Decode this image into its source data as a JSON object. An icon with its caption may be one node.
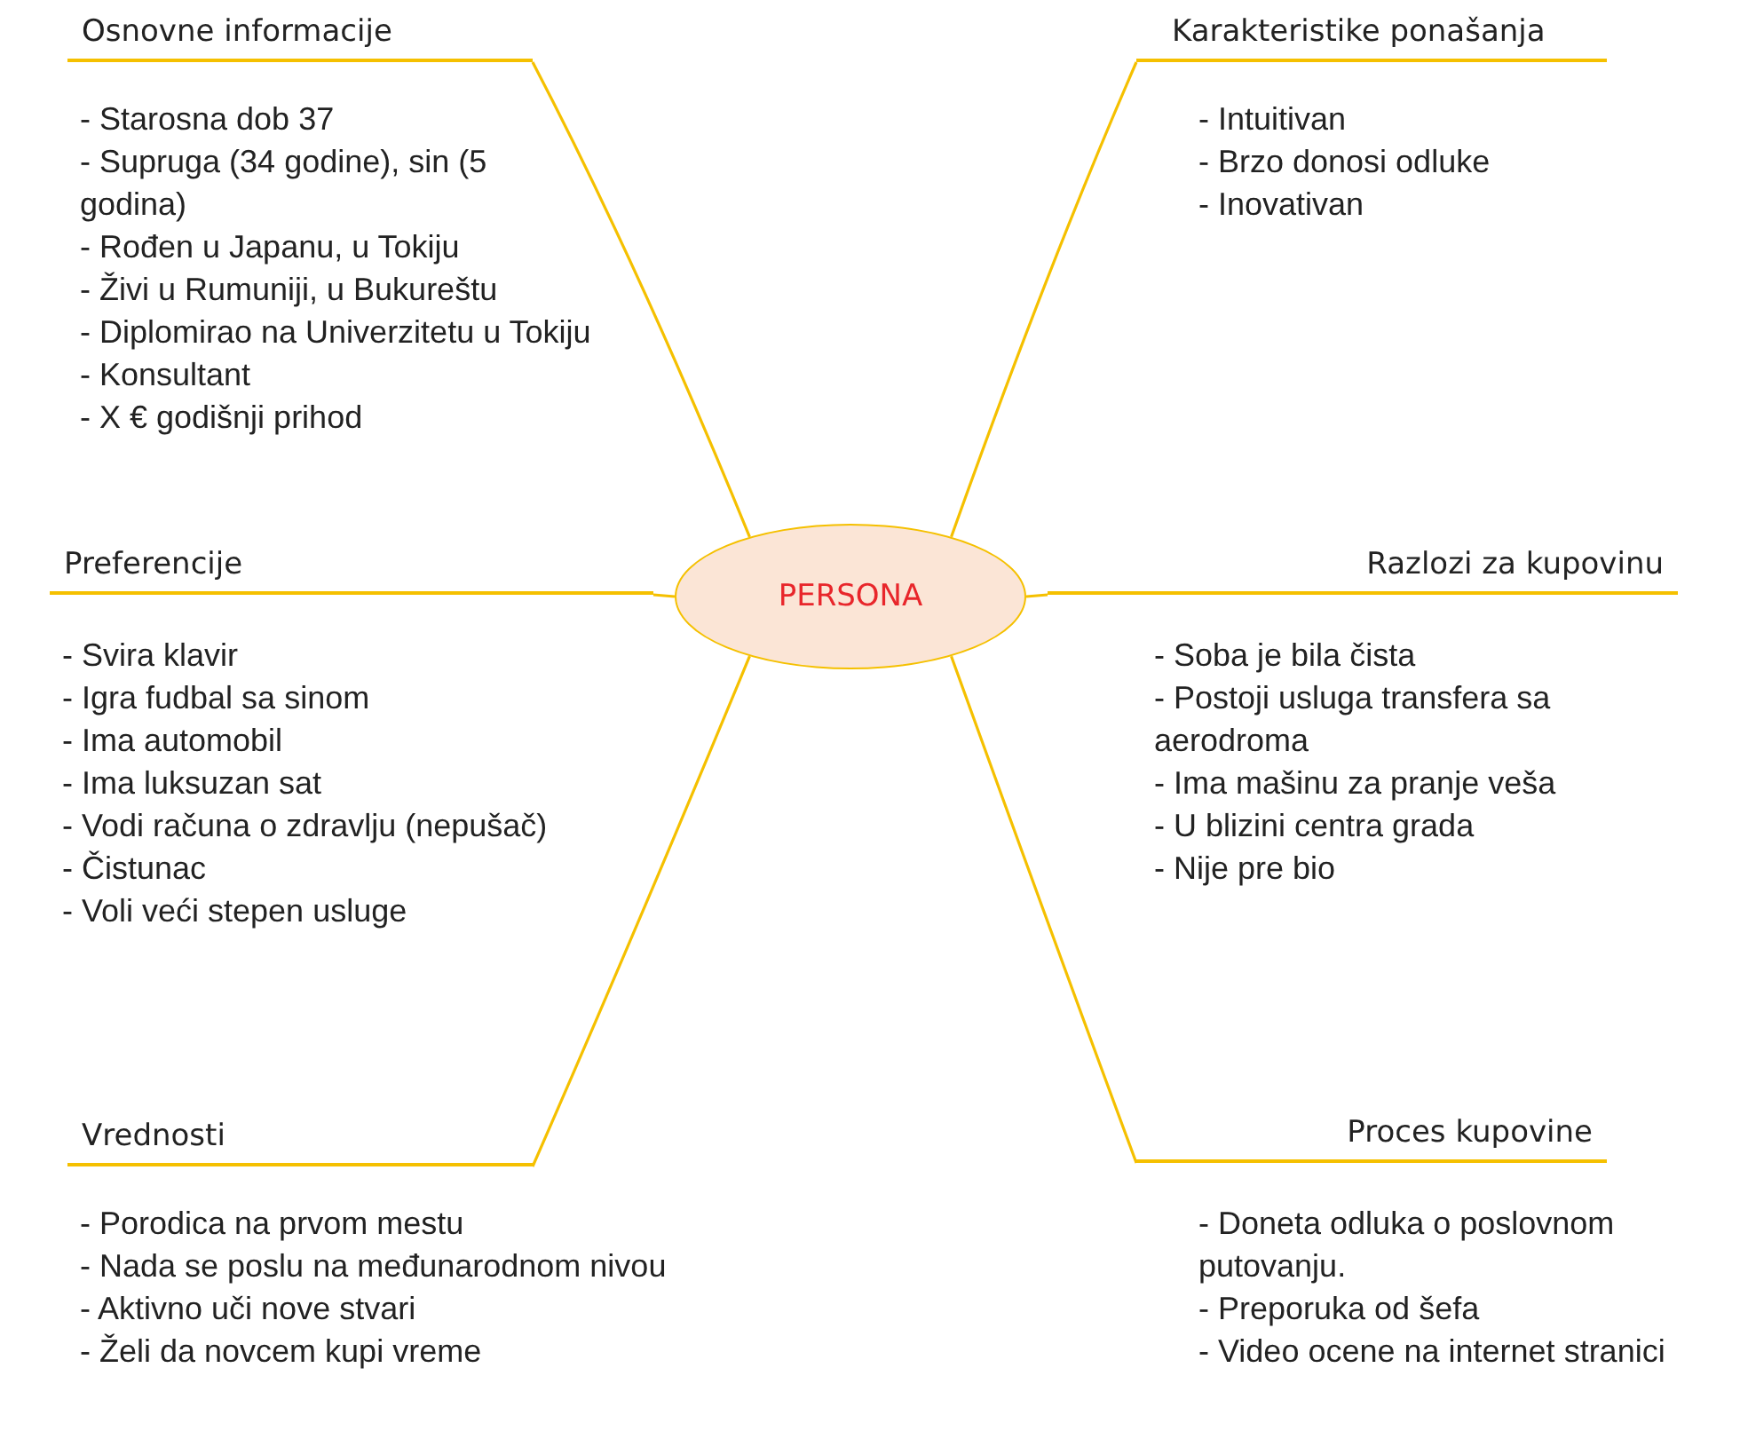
{
  "diagram": {
    "nodes": [
      {
        "text": [
          "PERSONA"
        ]
      },
      {
        "text": [
          "Osnovne informacije"
        ],
        "beside": [
          "- Starosna dob 37",
          "- Supruga (34 godine), sin (5 godina)",
          "- Rođen u Japanu, u Tokiju",
          "- Živi u Rumuniji, u Bukureštu",
          "- Diplomirao na Univerzitetu u Tokiju",
          "- Konsultant",
          "- X € godišnji prihod"
        ]
      },
      {
        "text": [
          "Karakteristike ponašanja"
        ],
        "beside": [
          "- Intuitivan",
          "- Brzo donosi odluke",
          "- Inovativan"
        ]
      },
      {
        "text": [
          "Preferencije"
        ],
        "beside": [
          "- Svira klavir",
          "- Igra fudbal sa sinom",
          "- Ima automobil",
          "- Ima luksuzan sat",
          "- Vodi računa o zdravlju (nepušač)",
          "- Čistunac",
          "- Voli veći stepen usluge"
        ]
      },
      {
        "text": [
          "Razlozi za kupovinu"
        ],
        "beside": [
          "- Soba je bila čista",
          "- Postoji usluga transfera sa aerodroma",
          "- Ima mašinu za pranje veša",
          "- U blizini centra grada",
          "- Nije pre bio"
        ]
      },
      {
        "text": [
          "Vrednosti"
        ],
        "beside": [
          "- Porodica na prvom mestu",
          "- Nada se poslu na međunarodnom nivou",
          "- Aktivno uči nove stvari",
          "- Želi da novcem kupi vreme"
        ]
      },
      {
        "text": [
          "Proces kupovine"
        ],
        "beside": [
          "- Doneta odluka o poslovnom putovanju.",
          "- Preporuka od šefa",
          "- Video ocene na internet stranici"
        ]
      }
    ],
    "edges": [
      {
        "from": 0,
        "to": 1,
        "arrow": "none"
      },
      {
        "from": 0,
        "to": 2,
        "arrow": "none"
      },
      {
        "from": 0,
        "to": 3,
        "arrow": "none"
      },
      {
        "from": 0,
        "to": 4,
        "arrow": "none"
      },
      {
        "from": 0,
        "to": 5,
        "arrow": "none"
      },
      {
        "from": 0,
        "to": 6,
        "arrow": "none"
      }
    ]
  }
}
